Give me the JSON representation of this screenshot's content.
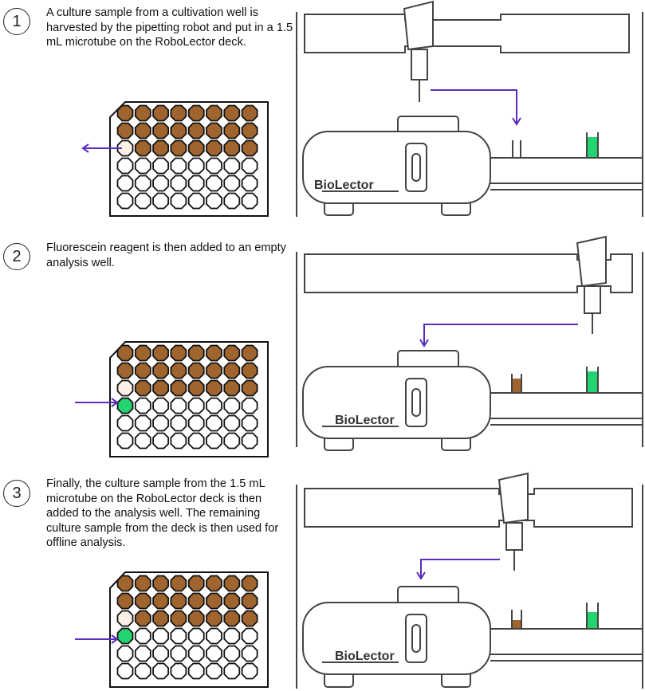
{
  "steps": [
    {
      "number": "1",
      "text": "A culture sample from a cultivation well is harvested by the pipetting robot and put in a 1.5 mL microtube on the RoboLector deck.",
      "plate": {
        "brown_rows": 2,
        "partial_row_brown": 7,
        "light_wells": 1,
        "green_wells": 0
      },
      "deck": {
        "microtube": "empty",
        "analysis_well": "green"
      }
    },
    {
      "number": "2",
      "text": "Fluorescein reagent is then added to an empty analysis well.",
      "plate": {
        "brown_rows": 2,
        "partial_row_brown": 7,
        "light_wells": 1,
        "green_wells": 1
      },
      "deck": {
        "microtube": "brown",
        "analysis_well": "green"
      }
    },
    {
      "number": "3",
      "text": "Finally, the culture sample from the 1.5 mL microtube on the RoboLector deck is then added to the analysis well. The remaining culture sample from the deck is then used for offline analysis.",
      "plate": {
        "brown_rows": 2,
        "partial_row_brown": 7,
        "light_wells": 1,
        "green_wells": 1
      },
      "deck": {
        "microtube": "brown-low",
        "analysis_well": "green"
      }
    }
  ],
  "machine_label": "BioLector",
  "colors": {
    "culture_brown": "#a0652f",
    "harvested_well": "#fbefe6",
    "fluorescein_green": "#22d36f",
    "arrow_purple": "#5a2bbf",
    "outline": "#3a3a3a"
  }
}
